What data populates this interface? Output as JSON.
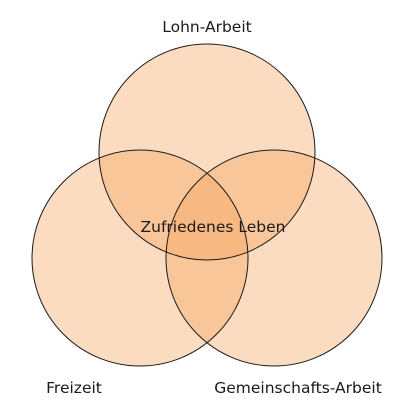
{
  "diagram": {
    "type": "venn",
    "sets": [
      {
        "id": "lohn",
        "label": "Lohn-Arbeit"
      },
      {
        "id": "freizeit",
        "label": "Freizeit"
      },
      {
        "id": "gemeinschaft",
        "label": "Gemeinschafts-Arbeit"
      }
    ],
    "center_label": "Zufriedenes Leben",
    "colors": {
      "circle_fill": "#f5a35a",
      "circle_stroke": "#1a1a1a",
      "text": "#1a1a1a",
      "background": "#ffffff"
    }
  }
}
